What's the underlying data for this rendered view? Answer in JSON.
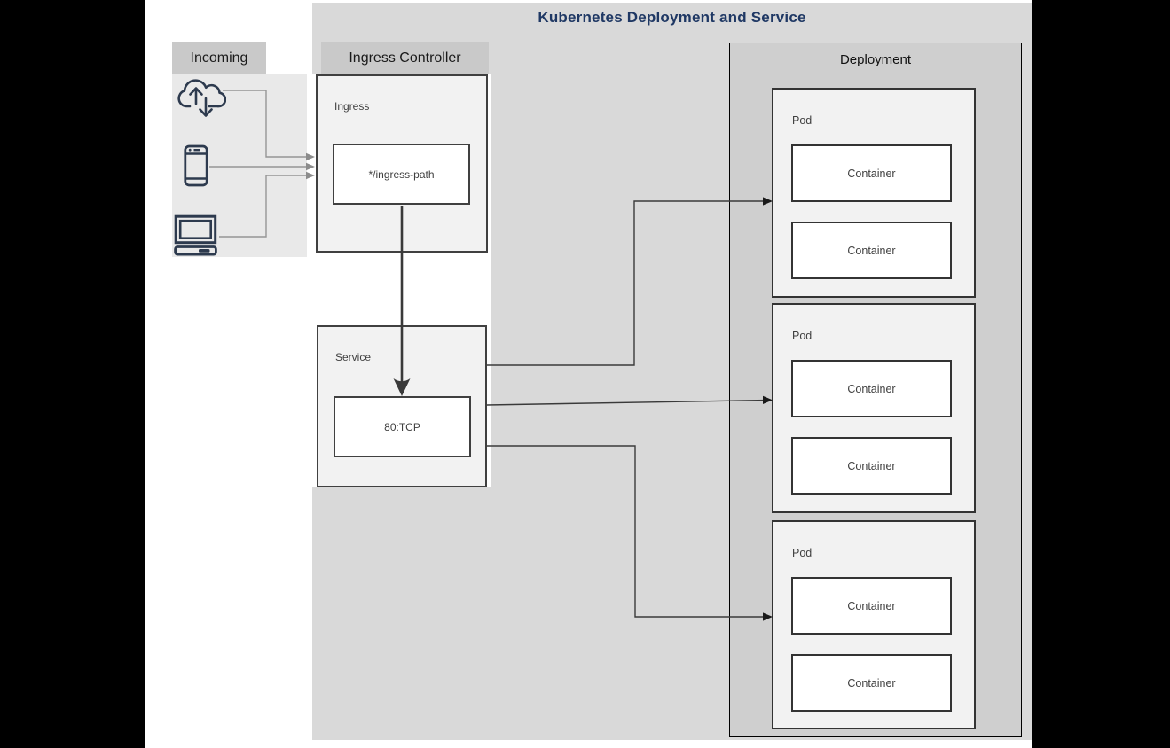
{
  "title": "Kubernetes Deployment and Service",
  "colors": {
    "title_text": "#1f3864",
    "canvas_bg": "#d9d9d9",
    "group_header_bg": "#c9c9c9",
    "deployment_bg": "#cfcfcf",
    "node_bg": "#f2f2f2",
    "node_border": "#404040",
    "container_bg": "#ffffff",
    "connector_gray": "#999999",
    "connector_dark": "#3a3a3a",
    "icon_stroke": "#2d3a4e"
  },
  "incoming": {
    "header": "Incoming",
    "icons": [
      "cloud-upload-download-icon",
      "mobile-phone-icon",
      "laptop-icon"
    ]
  },
  "ingress_controller": {
    "header": "Ingress Controller",
    "ingress": {
      "label": "Ingress",
      "rule": "*/ingress-path"
    },
    "service": {
      "label": "Service",
      "port": "80:TCP"
    }
  },
  "deployment": {
    "header": "Deployment",
    "pods": [
      {
        "label": "Pod",
        "containers": [
          "Container",
          "Container"
        ]
      },
      {
        "label": "Pod",
        "containers": [
          "Container",
          "Container"
        ]
      },
      {
        "label": "Pod",
        "containers": [
          "Container",
          "Container"
        ]
      }
    ]
  }
}
